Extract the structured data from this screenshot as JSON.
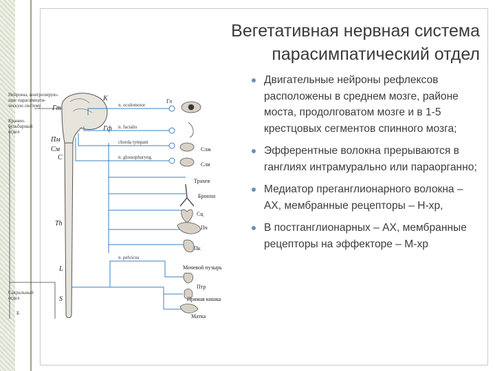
{
  "slide": {
    "title_line1": "Вегетативная нервная система",
    "title_line2": "парасимпатический отдел",
    "bullets": [
      "Двигательные нейроны рефлексов расположены в среднем мозге, районе моста, продолговатом мозге и в 1-5 крестцовых сегментов спинного мозга;",
      "Эфферентные волокна прерываются в ганглиях интрамурально или параорганно;",
      "Медиатор преганглионарного волокна – АХ, мембранные рецепторы – Н-хр,",
      "В постганглионарных – АХ, мембранные рецепторы на эффекторе – М-хр"
    ]
  },
  "diagram": {
    "labels": {
      "midbrain_neurons": "Нейроны, контролирую-",
      "midbrain_neurons2": "щие парасимпати-",
      "midbrain_neurons3": "ческую систему",
      "bulbar1": "Кранио-",
      "bulbar2": "бульбарный",
      "bulbar3": "отдел",
      "sacral1": "Сакральный",
      "sacral2": "отдел",
      "b": "Б"
    },
    "segments": {
      "K": "К",
      "Gt": "Гт",
      "Pm": "Пм",
      "Sm": "См",
      "C": "C",
      "Th": "Th",
      "L": "L",
      "S": "S",
      "Gf": "Гф"
    },
    "nerves": {
      "oculomotor": "n. oculomotor",
      "facialis": "n. facialis",
      "chorda": "chorda tympani",
      "glossopharyngeus": "n. glossopharyng.",
      "pelvicus": "n. pelvicus"
    },
    "organs": {
      "eye": "Гл",
      "submand": "Слж",
      "parotid": "Сли",
      "trachea": "Трахея",
      "bronchi": "Бронхи",
      "heart": "Сц",
      "liver": "Пч",
      "stomach": "Пк",
      "bladder": "Мочевой пузырь",
      "rectum_lbl": "Птр",
      "rectum": "Прямая кишка",
      "uterus": "Матка"
    }
  }
}
